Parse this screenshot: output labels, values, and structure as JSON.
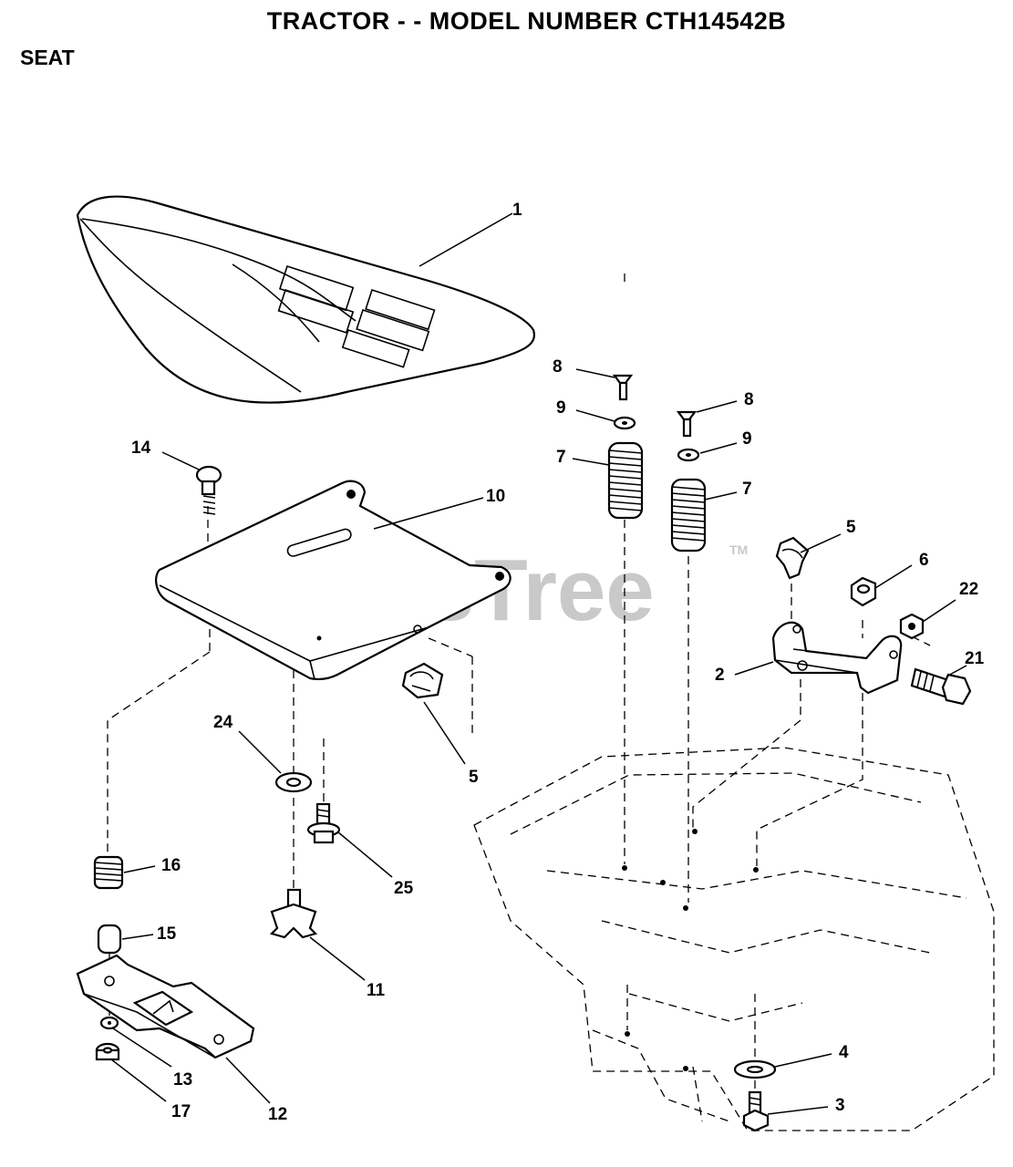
{
  "header": {
    "title": "TRACTOR - - MODEL NUMBER CTH14542B",
    "section": "SEAT"
  },
  "watermark": {
    "text": "PartsTree",
    "tm": "TM"
  },
  "callouts": {
    "c1": "1",
    "c2": "2",
    "c3": "3",
    "c4": "4",
    "c5a": "5",
    "c5b": "5",
    "c6": "6",
    "c7a": "7",
    "c7b": "7",
    "c8a": "8",
    "c8b": "8",
    "c9a": "9",
    "c9b": "9",
    "c10": "10",
    "c11": "11",
    "c12": "12",
    "c13": "13",
    "c14": "14",
    "c15": "15",
    "c16": "16",
    "c17": "17",
    "c21": "21",
    "c22": "22",
    "c24": "24",
    "c25": "25"
  },
  "colors": {
    "ink": "#000000",
    "watermark": "#c9c9c9",
    "background": "#ffffff"
  }
}
